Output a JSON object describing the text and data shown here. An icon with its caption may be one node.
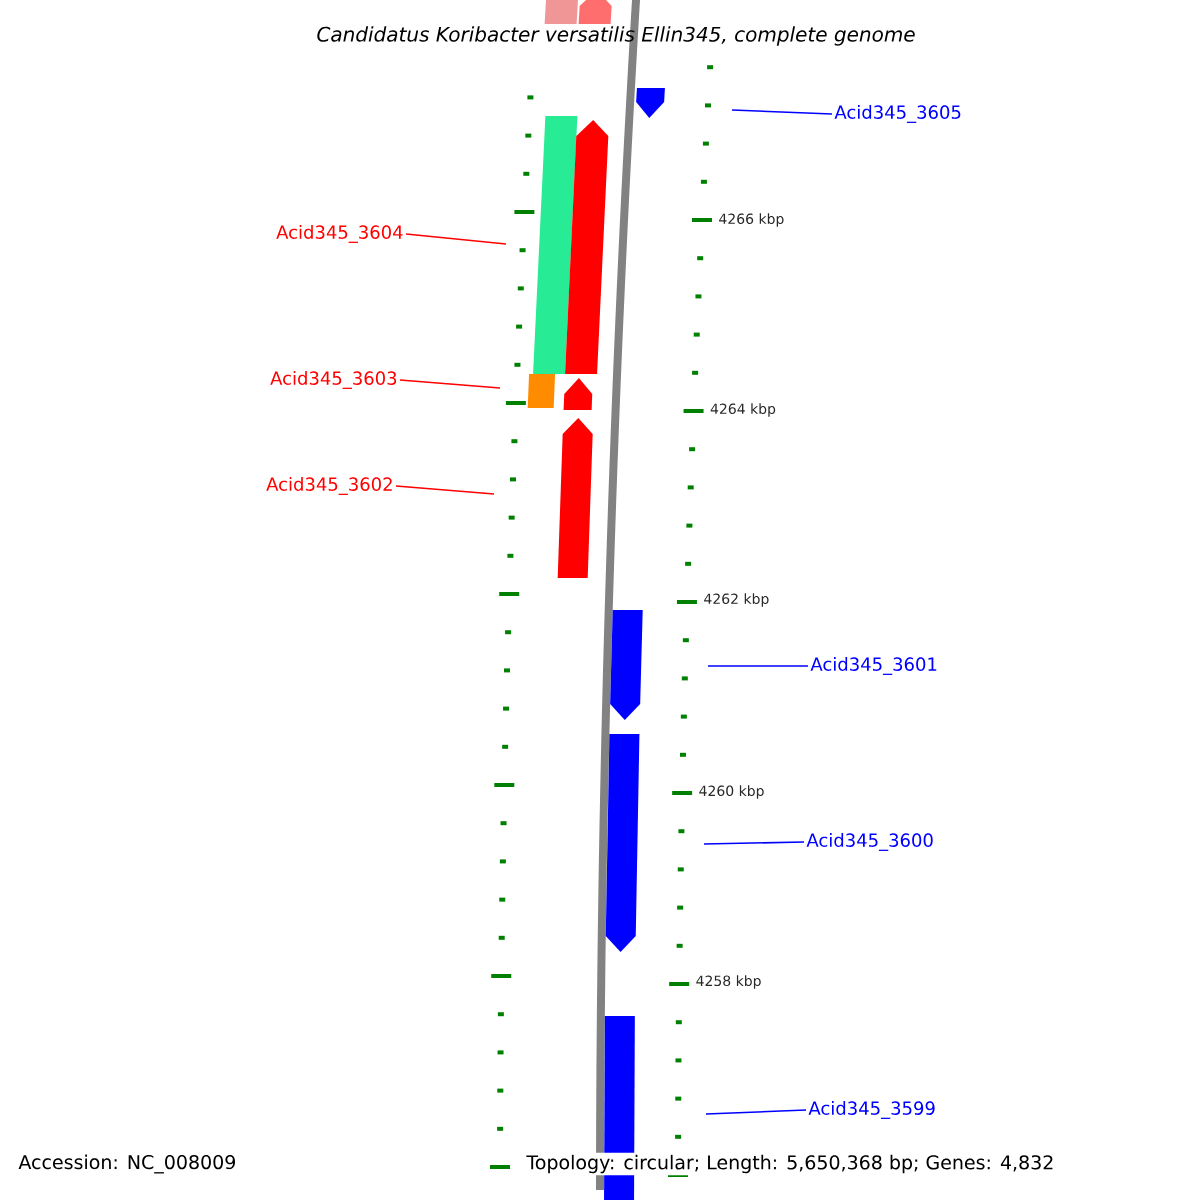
{
  "diagram": {
    "title": "Candidatus Koribacter versatilis Ellin345, complete genome",
    "nodes": [
      {
        "text": [
          "Acid345_3605"
        ]
      },
      {
        "text": [
          "Acid345_3604"
        ]
      },
      {
        "text": [
          "Acid345_3603"
        ]
      },
      {
        "text": [
          "Acid345_3602"
        ]
      },
      {
        "text": [
          "Acid345_3601"
        ]
      },
      {
        "text": [
          "Acid345_3600"
        ]
      },
      {
        "text": [
          "Acid345_3599"
        ]
      }
    ],
    "edges": [
      {
        "from": 0,
        "to": null,
        "arrow": "none",
        "color": "#0000ff"
      },
      {
        "from": 1,
        "to": null,
        "arrow": "none",
        "color": "#ff0000"
      },
      {
        "from": 2,
        "to": null,
        "arrow": "none",
        "color": "#ff0000"
      },
      {
        "from": 3,
        "to": null,
        "arrow": "none",
        "color": "#ff0000"
      },
      {
        "from": 4,
        "to": null,
        "arrow": "none",
        "color": "#0000ff"
      },
      {
        "from": 5,
        "to": null,
        "arrow": "none",
        "color": "#0000ff"
      },
      {
        "from": 6,
        "to": null,
        "arrow": "none",
        "color": "#0000ff"
      }
    ],
    "labels": [
      "4266 kbp",
      "4264 kbp",
      "4262 kbp",
      "4260 kbp",
      "4258 kbp",
      "Accession: NC_008009",
      "Topology: circular; Length: 5,650,368 bp; Genes: 4,832"
    ]
  }
}
